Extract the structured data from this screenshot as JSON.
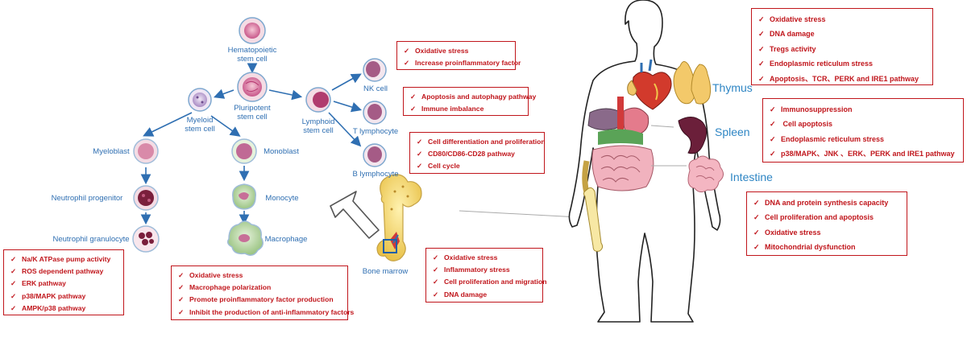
{
  "cells": {
    "hsc": "Hematopoietic\nstem cell",
    "psc": "Pluripotent\nstem cell",
    "myeloid": "Myeloid\nstem cell",
    "lymphoid": "Lymphoid\nstem cell",
    "nk": "NK cell",
    "t": "T lymphocyte",
    "b": "B lymphocyte",
    "myeloblast": "Myeloblast",
    "neutro_prog": "Neutrophil progenitor",
    "neutro_gran": "Neutrophil granulocyte",
    "monoblast": "Monoblast",
    "monocyte": "Monocyte",
    "macrophage": "Macrophage",
    "bone_marrow": "Bone marrow"
  },
  "organs": {
    "thymus": "Thymus",
    "spleen": "Spleen",
    "intestine": "Intestine"
  },
  "boxes": {
    "nk": [
      "Oxidative stress",
      "Increase proinflammatory factor"
    ],
    "t": [
      "Apoptosis and autophagy pathway",
      "Immune imbalance"
    ],
    "b": [
      "Cell differentiation and proliferation",
      "CD80/CD86-CD28 pathway",
      "Cell cycle"
    ],
    "neutrophil": [
      "Na/K ATPase pump activity",
      "ROS dependent pathway",
      "ERK pathway",
      "p38/MAPK pathway",
      "AMPK/p38 pathway"
    ],
    "macrophage": [
      "Oxidative stress",
      "Macrophage polarization",
      "Promote proinflammatory factor production",
      "Inhibit the production of anti-inflammatory factors"
    ],
    "bone_marrow": [
      "Oxidative stress",
      "Inflammatory stress",
      "Cell proliferation and migration",
      "DNA damage"
    ],
    "thymus": [
      "Oxidative stress",
      "DNA damage",
      "Tregs activity",
      "Endoplasmic reticulum stress",
      "Apoptosis、TCR、PERK and IRE1 pathway"
    ],
    "spleen": [
      "Immunosuppression",
      " Cell apoptosis",
      "Endoplasmic reticulum stress",
      "p38/MAPK、JNK 、ERK、PERK and IRE1 pathway"
    ],
    "intestine": [
      "DNA and protein synthesis capacity",
      "Cell proliferation and apoptosis",
      "Oxidative stress",
      "Mitochondrial dysfunction"
    ]
  },
  "check_glyph": "✓",
  "colors": {
    "label": "#2f6fb2",
    "box": "#c0151b",
    "arrow": "#2f6fb2"
  }
}
